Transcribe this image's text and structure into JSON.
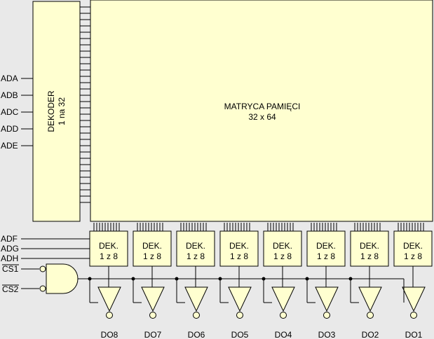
{
  "decoder": {
    "line1": "DEKODER",
    "line2": "1 na 32"
  },
  "matrix": {
    "line1": "MATRYCA PAMIĘCI",
    "line2": "32 x 64"
  },
  "address_inputs_row": [
    "ADA",
    "ADB",
    "ADC",
    "ADD",
    "ADE"
  ],
  "address_inputs_col": [
    "ADF",
    "ADG",
    "ADH"
  ],
  "chip_selects": [
    "CS1",
    "CS2"
  ],
  "column_decoder": {
    "line1": "DEK.",
    "line2": "1 z 8"
  },
  "outputs": [
    "DO8",
    "DO7",
    "DO6",
    "DO5",
    "DO4",
    "DO3",
    "DO2",
    "DO1"
  ],
  "colors": {
    "fill": "#ffffd0",
    "stroke": "#000000",
    "background": "#e9e9e9"
  }
}
